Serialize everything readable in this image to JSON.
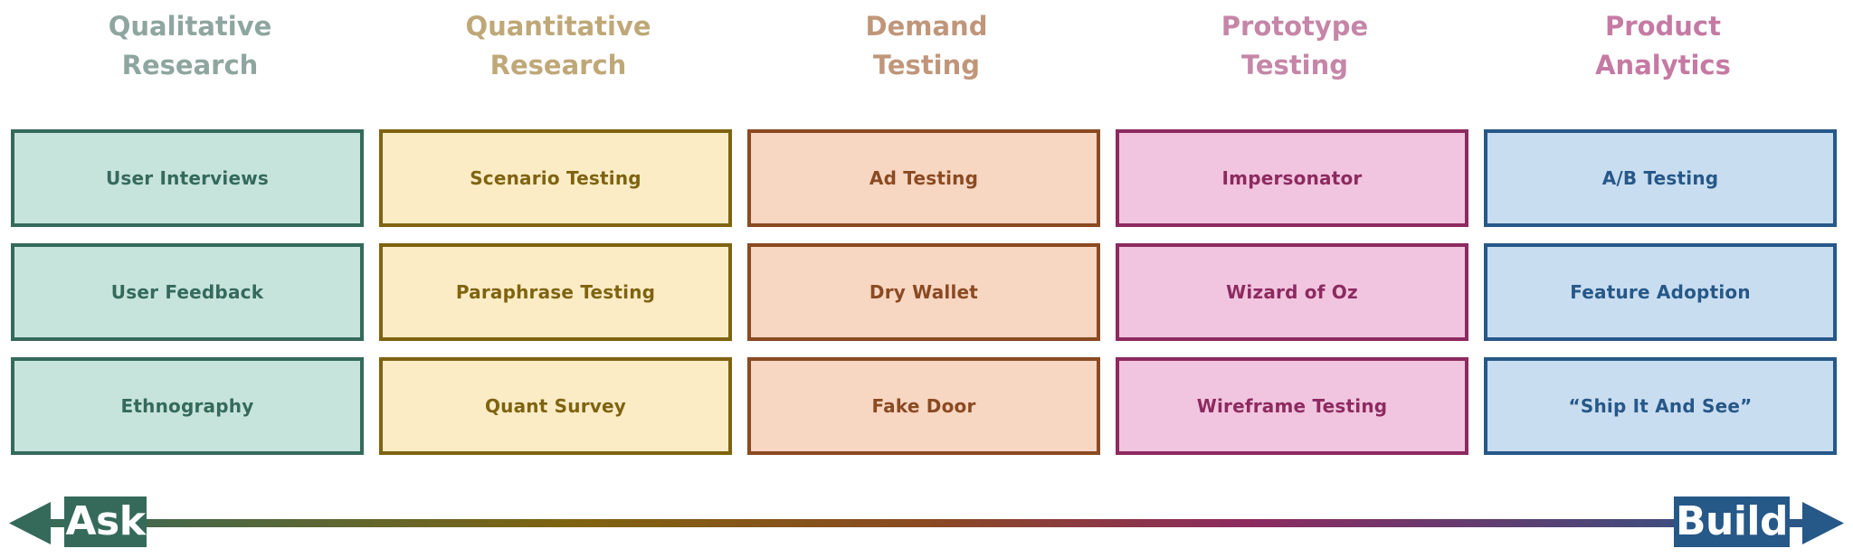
{
  "columns": [
    {
      "header": [
        "Qualitative",
        "Research"
      ],
      "items": [
        "User Interviews",
        "User Feedback",
        "Ethnography"
      ]
    },
    {
      "header": [
        "Quantitative",
        "Research"
      ],
      "items": [
        "Scenario Testing",
        "Paraphrase Testing",
        "Quant Survey"
      ]
    },
    {
      "header": [
        "Demand",
        "Testing"
      ],
      "items": [
        "Ad Testing",
        "Dry Wallet",
        "Fake Door"
      ]
    },
    {
      "header": [
        "Prototype",
        "Testing"
      ],
      "items": [
        "Impersonator",
        "Wizard of Oz",
        "Wireframe Testing"
      ]
    },
    {
      "header": [
        "Product",
        "Analytics"
      ],
      "items": [
        "A/B Testing",
        "Feature Adoption",
        "“Ship It And See”"
      ]
    }
  ],
  "axis": {
    "left_label": "Ask",
    "right_label": "Build",
    "gradient_colors": [
      "#356a5b",
      "#7f6310",
      "#8a4a22",
      "#8d2a60",
      "#265888"
    ]
  }
}
